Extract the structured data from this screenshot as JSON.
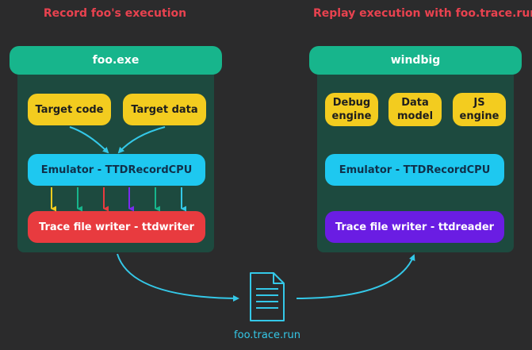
{
  "left": {
    "title_prefix": "Record ",
    "title_bold": "foo",
    "title_suffix": "'s execution",
    "header": "foo.exe",
    "target_code": "Target code",
    "target_data": "Target data",
    "emulator": "Emulator - TTDRecordCPU",
    "writer": "Trace file writer - ttdwriter"
  },
  "right": {
    "title_prefix": "Replay execution with ",
    "title_bold": "foo.trace.run",
    "header": "windbig",
    "debug_engine_line1": "Debug",
    "debug_engine_line2": "engine",
    "data_model_line1": "Data",
    "data_model_line2": "model",
    "js_engine_line1": "JS",
    "js_engine_line2": "engine",
    "emulator": "Emulator - TTDRecordCPU",
    "writer": "Trace file writer - ttdreader"
  },
  "trace_file": {
    "label": "foo.trace.run",
    "icon": "document-icon"
  },
  "colors": {
    "background": "#2b2b2c",
    "panel": "#1d4a3f",
    "header": "#17b58c",
    "yellow": "#f3cc1f",
    "cyan": "#1ec8f0",
    "red": "#e83b3f",
    "purple": "#6a1de3",
    "title_red": "#e8424f",
    "arrow_cyan": "#34c8e8"
  }
}
